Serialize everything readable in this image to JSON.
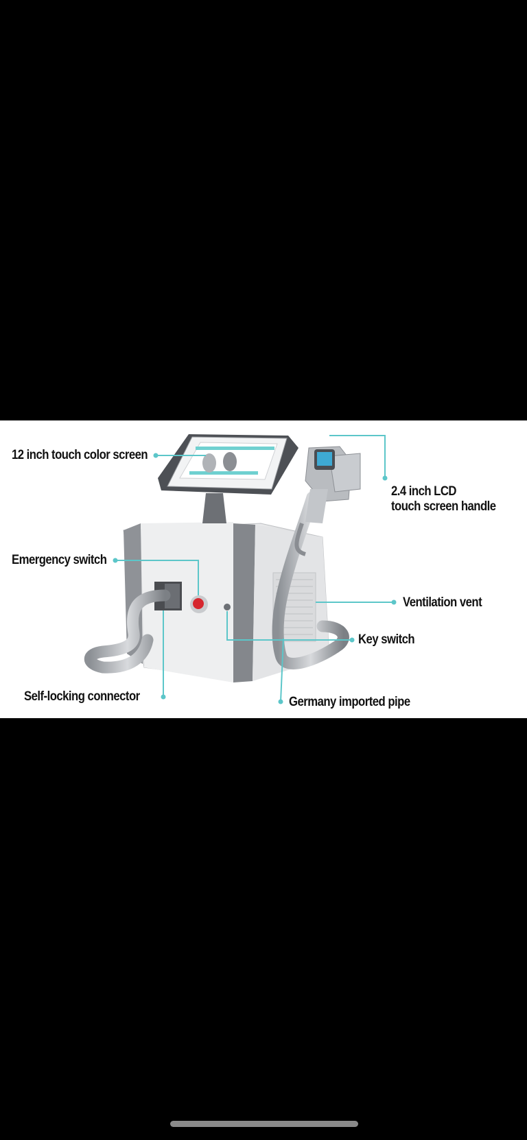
{
  "colors": {
    "background": "#000000",
    "panel": "#ffffff",
    "callout_line": "#5cc6c9",
    "label_text": "#111111",
    "home_indicator": "#8a8a8a"
  },
  "product_image": {
    "depicts": "diode laser hair removal machine with touch screen and handpiece",
    "callouts": [
      {
        "id": "screen",
        "text": "12 inch touch color screen"
      },
      {
        "id": "lcd",
        "line1": "2.4 inch LCD",
        "line2": "touch screen handle"
      },
      {
        "id": "emergency",
        "text": "Emergency switch"
      },
      {
        "id": "vent",
        "text": "Ventilation vent"
      },
      {
        "id": "key",
        "text": "Key switch"
      },
      {
        "id": "connector",
        "text": "Self-locking connector"
      },
      {
        "id": "pipe",
        "text": "Germany imported pipe"
      }
    ]
  },
  "system": {
    "home_indicator_icon": "home-indicator-bar"
  }
}
